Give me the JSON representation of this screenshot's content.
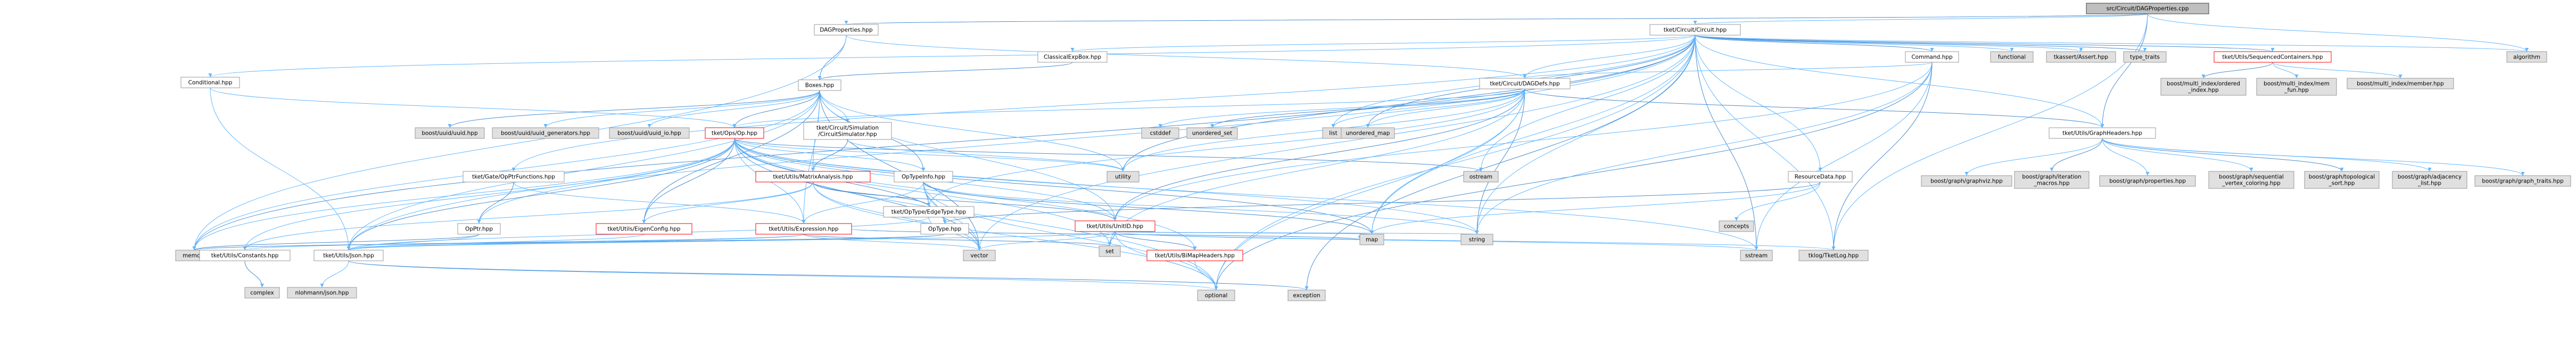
{
  "graph": {
    "colors": {
      "edge": "#63b8ff",
      "root_fill": "#bfbfbf",
      "system_fill": "#e0e0e0",
      "documented_fill": "#ffffff",
      "truncated_border": "#ff0000"
    },
    "nodes": [
      {
        "id": "root",
        "label": "src/Circuit/DAGProperties.cpp",
        "kind": "root"
      },
      {
        "id": "dagprops",
        "label": "DAGProperties.hpp",
        "kind": "doc"
      },
      {
        "id": "circuit",
        "label": "tket/Circuit/Circuit.hpp",
        "kind": "doc"
      },
      {
        "id": "classicalexpbox",
        "label": "ClassicalExpBox.hpp",
        "kind": "doc"
      },
      {
        "id": "command",
        "label": "Command.hpp",
        "kind": "doc"
      },
      {
        "id": "conditional",
        "label": "Conditional.hpp",
        "kind": "doc"
      },
      {
        "id": "boxes",
        "label": "Boxes.hpp",
        "kind": "doc"
      },
      {
        "id": "dagdefs",
        "label": "tket/Circuit/DAGDefs.hpp",
        "kind": "doc"
      },
      {
        "id": "seqcontainers",
        "label": "tket/Utils/SequencedContainers.hpp",
        "kind": "red"
      },
      {
        "id": "functional",
        "label": "functional",
        "kind": "sys"
      },
      {
        "id": "tkassert",
        "label": "tkassert/Assert.hpp",
        "kind": "sys"
      },
      {
        "id": "type_traits",
        "label": "type_traits",
        "kind": "sys"
      },
      {
        "id": "algorithm",
        "label": "algorithm",
        "kind": "sys"
      },
      {
        "id": "mi_ordered",
        "label": "boost/multi_index/ordered\n_index.hpp",
        "kind": "sys"
      },
      {
        "id": "mi_memfun",
        "label": "boost/multi_index/mem\n_fun.hpp",
        "kind": "sys"
      },
      {
        "id": "mi_member",
        "label": "boost/multi_index/member.hpp",
        "kind": "sys"
      },
      {
        "id": "uuid",
        "label": "boost/uuid/uuid.hpp",
        "kind": "sys"
      },
      {
        "id": "uuid_gen",
        "label": "boost/uuid/uuid_generators.hpp",
        "kind": "sys"
      },
      {
        "id": "uuid_io",
        "label": "boost/uuid/uuid_io.hpp",
        "kind": "sys"
      },
      {
        "id": "op",
        "label": "tket/Ops/Op.hpp",
        "kind": "red"
      },
      {
        "id": "circsim",
        "label": "tket/Circuit/Simulation\n/CircuitSimulator.hpp",
        "kind": "doc"
      },
      {
        "id": "cstddef",
        "label": "cstddef",
        "kind": "sys"
      },
      {
        "id": "unordered_set",
        "label": "unordered_set",
        "kind": "sys"
      },
      {
        "id": "list",
        "label": "list",
        "kind": "sys"
      },
      {
        "id": "unordered_map",
        "label": "unordered_map",
        "kind": "sys"
      },
      {
        "id": "graphheaders",
        "label": "tket/Utils/GraphHeaders.hpp",
        "kind": "doc"
      },
      {
        "id": "gates_opptr",
        "label": "tket/Gate/OpPtrFunctions.hpp",
        "kind": "doc"
      },
      {
        "id": "matrixanalysis",
        "label": "tket/Utils/MatrixAnalysis.hpp",
        "kind": "red"
      },
      {
        "id": "optypeinfo",
        "label": "OpTypeInfo.hpp",
        "kind": "doc"
      },
      {
        "id": "utility",
        "label": "utility",
        "kind": "sys"
      },
      {
        "id": "ostream",
        "label": "ostream",
        "kind": "sys"
      },
      {
        "id": "resourcedata",
        "label": "ResourceData.hpp",
        "kind": "doc"
      },
      {
        "id": "graphviz",
        "label": "boost/graph/graphviz.hpp",
        "kind": "sys"
      },
      {
        "id": "iteration_macros",
        "label": "boost/graph/iteration\n_macros.hpp",
        "kind": "sys"
      },
      {
        "id": "properties",
        "label": "boost/graph/properties.hpp",
        "kind": "sys"
      },
      {
        "id": "seq_vertex",
        "label": "boost/graph/sequential\n_vertex_coloring.hpp",
        "kind": "sys"
      },
      {
        "id": "topo_sort",
        "label": "boost/graph/topological\n_sort.hpp",
        "kind": "sys"
      },
      {
        "id": "adj_list",
        "label": "boost/graph/adjacency\n_list.hpp",
        "kind": "sys"
      },
      {
        "id": "graph_traits",
        "label": "boost/graph/graph_traits.hpp",
        "kind": "sys"
      },
      {
        "id": "opptr",
        "label": "OpPtr.hpp",
        "kind": "doc"
      },
      {
        "id": "eigenconfig",
        "label": "tket/Utils/EigenConfig.hpp",
        "kind": "red"
      },
      {
        "id": "expression",
        "label": "tket/Utils/Expression.hpp",
        "kind": "red"
      },
      {
        "id": "optype",
        "label": "OpType.hpp",
        "kind": "doc"
      },
      {
        "id": "optype_edge",
        "label": "tket/OpType/EdgeType.hpp",
        "kind": "doc"
      },
      {
        "id": "unitid",
        "label": "tket/Utils/UnitID.hpp",
        "kind": "red"
      },
      {
        "id": "concepts",
        "label": "concepts",
        "kind": "sys"
      },
      {
        "id": "memory",
        "label": "memory",
        "kind": "sys"
      },
      {
        "id": "constants",
        "label": "tket/Utils/Constants.hpp",
        "kind": "doc"
      },
      {
        "id": "json",
        "label": "tket/Utils/Json.hpp",
        "kind": "doc"
      },
      {
        "id": "vector",
        "label": "vector",
        "kind": "sys"
      },
      {
        "id": "set",
        "label": "set",
        "kind": "sys"
      },
      {
        "id": "bimap",
        "label": "tket/Utils/BiMapHeaders.hpp",
        "kind": "red"
      },
      {
        "id": "map",
        "label": "map",
        "kind": "sys"
      },
      {
        "id": "string",
        "label": "string",
        "kind": "sys"
      },
      {
        "id": "sstream",
        "label": "sstream",
        "kind": "sys"
      },
      {
        "id": "tklog",
        "label": "tklog/TketLog.hpp",
        "kind": "sys"
      },
      {
        "id": "complex",
        "label": "complex",
        "kind": "sys"
      },
      {
        "id": "nlohmann",
        "label": "nlohmann/json.hpp",
        "kind": "sys"
      },
      {
        "id": "optional",
        "label": "optional",
        "kind": "sys"
      },
      {
        "id": "exception",
        "label": "exception",
        "kind": "sys"
      }
    ],
    "edges": [
      [
        "root",
        "dagprops"
      ],
      [
        "root",
        "circuit"
      ],
      [
        "root",
        "algorithm"
      ],
      [
        "root",
        "graphheaders"
      ],
      [
        "root",
        "tklog"
      ],
      [
        "dagprops",
        "dagdefs"
      ],
      [
        "dagprops",
        "boxes"
      ],
      [
        "dagprops",
        "memory"
      ],
      [
        "circuit",
        "classicalexpbox"
      ],
      [
        "circuit",
        "command"
      ],
      [
        "circuit",
        "conditional"
      ],
      [
        "circuit",
        "dagdefs"
      ],
      [
        "circuit",
        "seqcontainers"
      ],
      [
        "circuit",
        "functional"
      ],
      [
        "circuit",
        "tkassert"
      ],
      [
        "circuit",
        "type_traits"
      ],
      [
        "circuit",
        "algorithm"
      ],
      [
        "circuit",
        "list"
      ],
      [
        "circuit",
        "unordered_map"
      ],
      [
        "circuit",
        "graphheaders"
      ],
      [
        "circuit",
        "resourcedata"
      ],
      [
        "circuit",
        "utility"
      ],
      [
        "circuit",
        "ostream"
      ],
      [
        "circuit",
        "string"
      ],
      [
        "circuit",
        "sstream"
      ],
      [
        "circuit",
        "tklog"
      ],
      [
        "circuit",
        "optional"
      ],
      [
        "circuit",
        "exception"
      ],
      [
        "circuit",
        "vector"
      ],
      [
        "circuit",
        "map"
      ],
      [
        "circuit",
        "memory"
      ],
      [
        "circuit",
        "json"
      ],
      [
        "circuit",
        "gates_opptr"
      ],
      [
        "classicalexpbox",
        "boxes"
      ],
      [
        "command",
        "dagdefs"
      ],
      [
        "command",
        "unitid"
      ],
      [
        "command",
        "optional"
      ],
      [
        "command",
        "sstream"
      ],
      [
        "command",
        "string"
      ],
      [
        "command",
        "tklog"
      ],
      [
        "conditional",
        "op"
      ],
      [
        "conditional",
        "json"
      ],
      [
        "boxes",
        "uuid"
      ],
      [
        "boxes",
        "uuid_gen"
      ],
      [
        "boxes",
        "uuid_io"
      ],
      [
        "boxes",
        "op"
      ],
      [
        "boxes",
        "circsim"
      ],
      [
        "boxes",
        "matrixanalysis"
      ],
      [
        "boxes",
        "eigenconfig"
      ],
      [
        "boxes",
        "expression"
      ],
      [
        "boxes",
        "json"
      ],
      [
        "boxes",
        "optypeinfo"
      ],
      [
        "boxes",
        "unitid"
      ],
      [
        "boxes",
        "utility"
      ],
      [
        "boxes",
        "vector"
      ],
      [
        "boxes",
        "memory"
      ],
      [
        "dagdefs",
        "cstddef"
      ],
      [
        "dagdefs",
        "unordered_set"
      ],
      [
        "dagdefs",
        "list"
      ],
      [
        "dagdefs",
        "unordered_map"
      ],
      [
        "dagdefs",
        "graphheaders"
      ],
      [
        "dagdefs",
        "op"
      ],
      [
        "dagdefs",
        "optype_edge"
      ],
      [
        "dagdefs",
        "unitid"
      ],
      [
        "dagdefs",
        "utility"
      ],
      [
        "dagdefs",
        "set"
      ],
      [
        "dagdefs",
        "string"
      ],
      [
        "dagdefs",
        "map"
      ],
      [
        "dagdefs",
        "optional"
      ],
      [
        "seqcontainers",
        "mi_ordered"
      ],
      [
        "seqcontainers",
        "mi_memfun"
      ],
      [
        "seqcontainers",
        "mi_member"
      ],
      [
        "op",
        "eigenconfig"
      ],
      [
        "op",
        "expression"
      ],
      [
        "op",
        "opptr"
      ],
      [
        "op",
        "optype"
      ],
      [
        "op",
        "optypeinfo"
      ],
      [
        "op",
        "unitid"
      ],
      [
        "op",
        "json"
      ],
      [
        "op",
        "constants"
      ],
      [
        "op",
        "memory"
      ],
      [
        "op",
        "ostream"
      ],
      [
        "op",
        "string"
      ],
      [
        "op",
        "utility"
      ],
      [
        "op",
        "vector"
      ],
      [
        "op",
        "bimap"
      ],
      [
        "op",
        "optional"
      ],
      [
        "op",
        "map"
      ],
      [
        "op",
        "set"
      ],
      [
        "op",
        "sstream"
      ],
      [
        "circsim",
        "matrixanalysis"
      ],
      [
        "circsim",
        "utility"
      ],
      [
        "graphheaders",
        "graphviz"
      ],
      [
        "graphheaders",
        "iteration_macros"
      ],
      [
        "graphheaders",
        "properties"
      ],
      [
        "graphheaders",
        "seq_vertex"
      ],
      [
        "graphheaders",
        "topo_sort"
      ],
      [
        "graphheaders",
        "adj_list"
      ],
      [
        "graphheaders",
        "graph_traits"
      ],
      [
        "gates_opptr",
        "opptr"
      ],
      [
        "gates_opptr",
        "expression"
      ],
      [
        "matrixanalysis",
        "eigenconfig"
      ],
      [
        "matrixanalysis",
        "unitid"
      ],
      [
        "matrixanalysis",
        "vector"
      ],
      [
        "matrixanalysis",
        "constants"
      ],
      [
        "matrixanalysis",
        "optype_edge"
      ],
      [
        "matrixanalysis",
        "optional"
      ],
      [
        "optypeinfo",
        "optype"
      ],
      [
        "optypeinfo",
        "optype_edge"
      ],
      [
        "optypeinfo",
        "expression"
      ],
      [
        "optypeinfo",
        "string"
      ],
      [
        "optypeinfo",
        "map"
      ],
      [
        "optypeinfo",
        "optional"
      ],
      [
        "optypeinfo",
        "vector"
      ],
      [
        "resourcedata",
        "optype"
      ],
      [
        "resourcedata",
        "concepts"
      ],
      [
        "resourcedata",
        "map"
      ],
      [
        "opptr",
        "memory"
      ],
      [
        "opptr",
        "json"
      ],
      [
        "eigenconfig",
        "json"
      ],
      [
        "expression",
        "set"
      ],
      [
        "expression",
        "vector"
      ],
      [
        "expression",
        "json"
      ],
      [
        "expression",
        "map"
      ],
      [
        "expression",
        "constants"
      ],
      [
        "optype",
        "json"
      ],
      [
        "optype",
        "memory"
      ],
      [
        "optype_edge",
        "json"
      ],
      [
        "optype_edge",
        "vector"
      ],
      [
        "unitid",
        "bimap"
      ],
      [
        "unitid",
        "json"
      ],
      [
        "unitid",
        "tklog"
      ],
      [
        "unitid",
        "map"
      ],
      [
        "unitid",
        "string"
      ],
      [
        "unitid",
        "sstream"
      ],
      [
        "unitid",
        "set"
      ],
      [
        "unitid",
        "vector"
      ],
      [
        "unitid",
        "optional"
      ],
      [
        "constants",
        "complex"
      ],
      [
        "json",
        "nlohmann"
      ],
      [
        "json",
        "optional"
      ],
      [
        "json",
        "exception"
      ],
      [
        "bimap",
        "optional"
      ]
    ]
  }
}
